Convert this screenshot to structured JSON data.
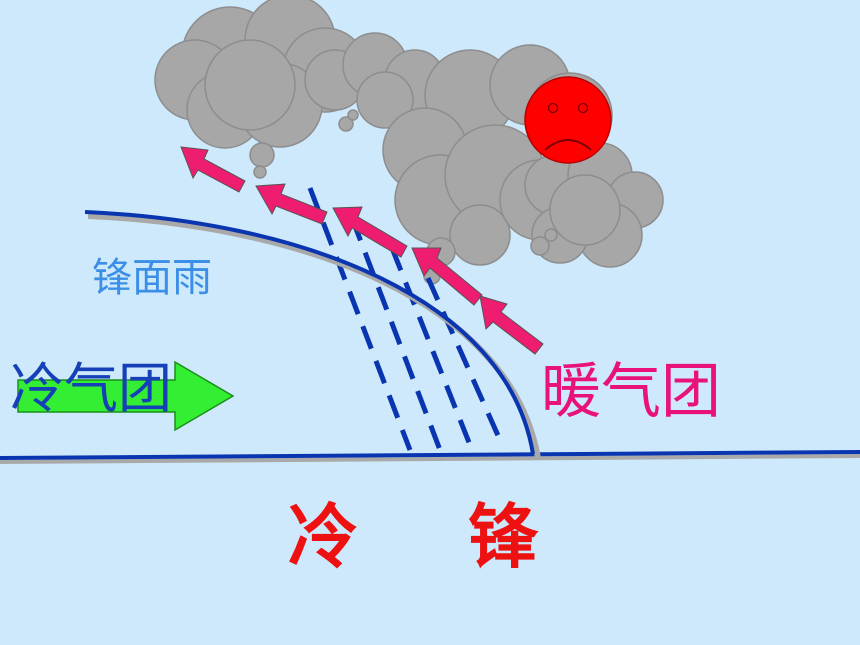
{
  "labels": {
    "front_rain": "锋面雨",
    "cold_air_mass": "冷气团",
    "warm_air_mass": "暖气团",
    "title_left": "冷",
    "title_right": "锋"
  },
  "colors": {
    "background": "#cde9fb",
    "cloud": "#a7a7a7",
    "cloud_outline": "#8d8d8d",
    "front_line": "#0a35b0",
    "front_shadow": "#a9a9a9",
    "rain": "#0a35b0",
    "warm_arrow": "#ee1d6f",
    "cold_arrow": "#33ee33",
    "sun": "#ff0000",
    "rain_label": "#3c8fe6",
    "cold_label": "#1540b8",
    "warm_label": "#e8127a",
    "title": "#ee1111"
  },
  "icons": {
    "sad_sun": "sad-face-sun-icon",
    "cold_arrow": "arrow-right-icon",
    "warm_arrows": "arrow-up-left-icon"
  }
}
